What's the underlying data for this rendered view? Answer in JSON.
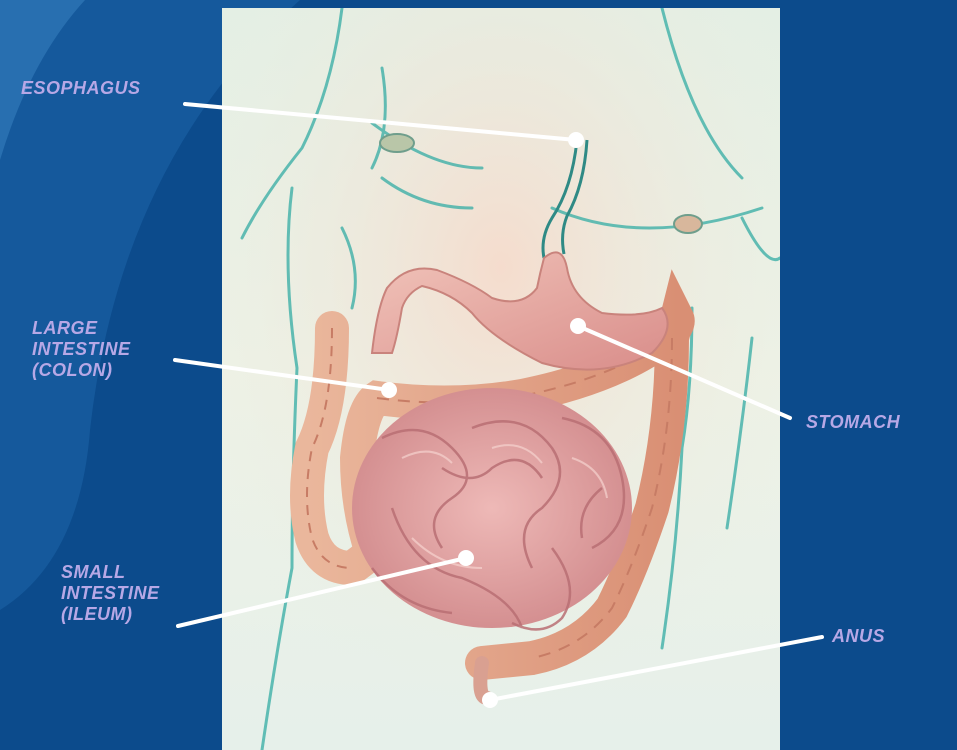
{
  "labels": {
    "esophagus": "ESOPHAGUS",
    "large_intestine": "LARGE\nINTESTINE\n(COLON)",
    "stomach": "STOMACH",
    "small_intestine": "SMALL\nINTESTINE\n(ILEUM)",
    "anus": "ANUS"
  },
  "colors": {
    "background": "#0c4b8c",
    "label_text": "#b7a8e6",
    "callout_line": "#ffffff",
    "canvas": "#e8f1e8"
  }
}
